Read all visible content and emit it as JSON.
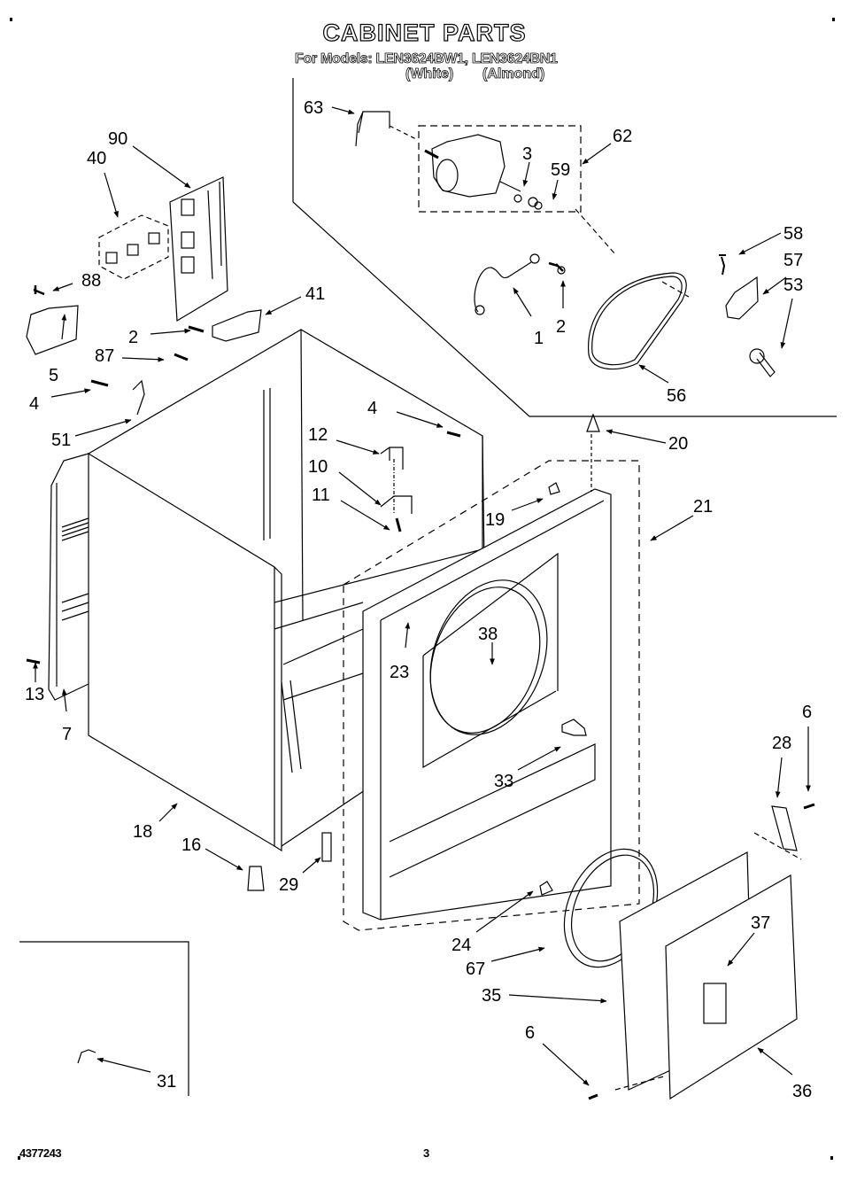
{
  "header": {
    "title": "CABINET PARTS",
    "models_line": "For Models: LEN3624BW1, LEN3624BN1",
    "color_white": "(White)",
    "color_almond": "(Almond)"
  },
  "footer": {
    "document_number": "4377243",
    "page_number": "3"
  },
  "callouts": {
    "c63": "63",
    "c62": "62",
    "c3": "3",
    "c59": "59",
    "c90": "90",
    "c40": "40",
    "c88": "88",
    "c41": "41",
    "c2a": "2",
    "c5": "5",
    "c87": "87",
    "c4a": "4",
    "c51": "51",
    "c1": "1",
    "c2b": "2",
    "c58": "58",
    "c57": "57",
    "c53": "53",
    "c56": "56",
    "c4b": "4",
    "c12": "12",
    "c10": "10",
    "c11": "11",
    "c20": "20",
    "c19": "19",
    "c21": "21",
    "c38": "38",
    "c23": "23",
    "c13": "13",
    "c7": "7",
    "c33": "33",
    "c6a": "6",
    "c28": "28",
    "c18": "18",
    "c16": "16",
    "c29": "29",
    "c24": "24",
    "c37": "37",
    "c67": "67",
    "c35": "35",
    "c6b": "6",
    "c36": "36",
    "c31": "31"
  }
}
